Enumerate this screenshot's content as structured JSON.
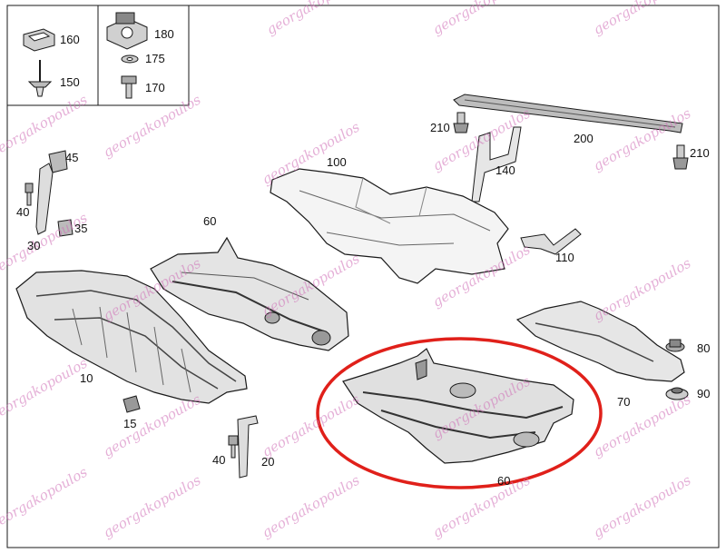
{
  "diagram": {
    "parts": [
      {
        "id": "p160",
        "label": "160"
      },
      {
        "id": "p180",
        "label": "180"
      },
      {
        "id": "p175",
        "label": "175"
      },
      {
        "id": "p150",
        "label": "150"
      },
      {
        "id": "p170",
        "label": "170"
      },
      {
        "id": "p210a",
        "label": "210"
      },
      {
        "id": "p200",
        "label": "200"
      },
      {
        "id": "p210b",
        "label": "210"
      },
      {
        "id": "p45",
        "label": "45"
      },
      {
        "id": "p100",
        "label": "100"
      },
      {
        "id": "p140",
        "label": "140"
      },
      {
        "id": "p40a",
        "label": "40"
      },
      {
        "id": "p60a",
        "label": "60"
      },
      {
        "id": "p35",
        "label": "35"
      },
      {
        "id": "p30",
        "label": "30"
      },
      {
        "id": "p110",
        "label": "110"
      },
      {
        "id": "p10",
        "label": "10"
      },
      {
        "id": "p80",
        "label": "80"
      },
      {
        "id": "p70",
        "label": "70"
      },
      {
        "id": "p90",
        "label": "90"
      },
      {
        "id": "p15",
        "label": "15"
      },
      {
        "id": "p40b",
        "label": "40"
      },
      {
        "id": "p20",
        "label": "20"
      },
      {
        "id": "p60b",
        "label": "60"
      }
    ],
    "watermark": "georgakopoulos",
    "highlight_color": "#e0201a",
    "line_color": "#1a1a1a",
    "watermark_color": "#d070b8"
  }
}
